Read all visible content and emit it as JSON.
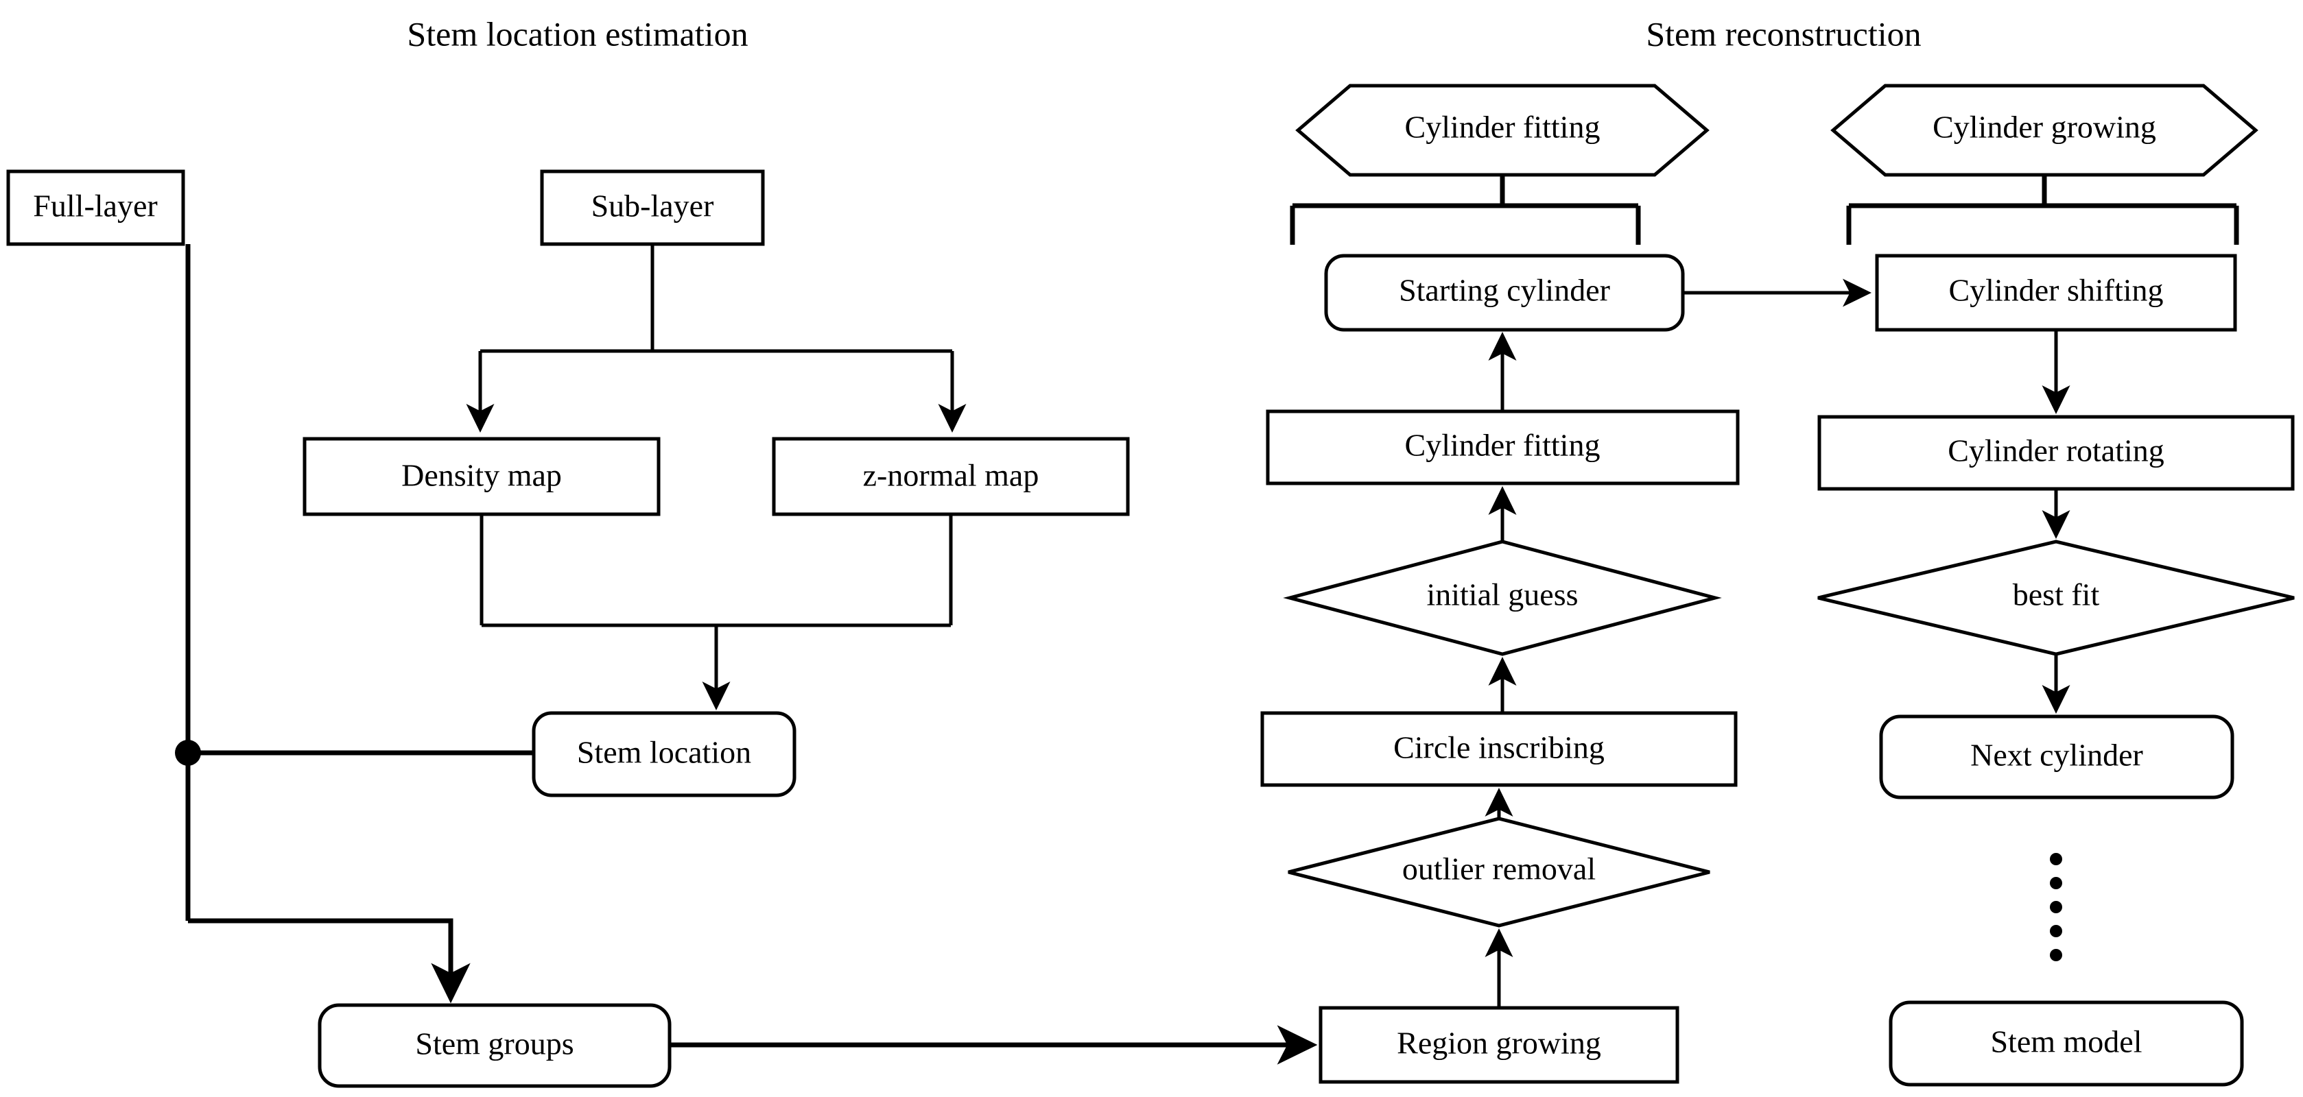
{
  "sections": [
    {
      "id": "stem-location-estimation",
      "title": "Stem location estimation"
    },
    {
      "id": "stem-reconstruction",
      "title": "Stem reconstruction"
    }
  ],
  "nodes": {
    "full_layer": {
      "label": "Full-layer",
      "shape": "rect"
    },
    "sub_layer": {
      "label": "Sub-layer",
      "shape": "rect"
    },
    "density_map": {
      "label": "Density map",
      "shape": "rect"
    },
    "z_normal_map": {
      "label": "z-normal map",
      "shape": "rect"
    },
    "stem_location": {
      "label": "Stem location",
      "shape": "rounded-rect"
    },
    "stem_groups": {
      "label": "Stem groups",
      "shape": "rounded-rect"
    },
    "cylinder_fitting_group": {
      "label": "Cylinder fitting",
      "shape": "hexagon"
    },
    "cylinder_growing_group": {
      "label": "Cylinder growing",
      "shape": "hexagon"
    },
    "starting_cylinder": {
      "label": "Starting cylinder",
      "shape": "rounded-rect"
    },
    "cylinder_fitting": {
      "label": "Cylinder fitting",
      "shape": "rect"
    },
    "initial_guess": {
      "label": "initial guess",
      "shape": "diamond"
    },
    "circle_inscribing": {
      "label": "Circle inscribing",
      "shape": "rect"
    },
    "outlier_removal": {
      "label": "outlier removal",
      "shape": "diamond"
    },
    "region_growing": {
      "label": "Region growing",
      "shape": "rect"
    },
    "cylinder_shifting": {
      "label": "Cylinder shifting",
      "shape": "rect"
    },
    "cylinder_rotating": {
      "label": "Cylinder rotating",
      "shape": "rect"
    },
    "best_fit": {
      "label": "best fit",
      "shape": "diamond"
    },
    "next_cylinder": {
      "label": "Next cylinder",
      "shape": "rounded-rect"
    },
    "stem_model": {
      "label": "Stem model",
      "shape": "rounded-rect"
    }
  },
  "edges": [
    {
      "from": "sub_layer",
      "to": "density_map",
      "style": "elbow-split-arrow"
    },
    {
      "from": "sub_layer",
      "to": "z_normal_map",
      "style": "elbow-split-arrow"
    },
    {
      "from": "density_map",
      "to": "stem_location",
      "style": "merge-arrow"
    },
    {
      "from": "z_normal_map",
      "to": "stem_location",
      "style": "merge-arrow"
    },
    {
      "from": "full_layer",
      "to": "stem_location",
      "style": "junction-line"
    },
    {
      "from": "full_layer",
      "to": "stem_groups",
      "style": "elbow-arrow"
    },
    {
      "from": "stem_groups",
      "to": "region_growing",
      "style": "straight-arrow"
    },
    {
      "from": "region_growing",
      "to": "outlier_removal",
      "style": "up-arrow"
    },
    {
      "from": "outlier_removal",
      "to": "circle_inscribing",
      "style": "up-arrow"
    },
    {
      "from": "circle_inscribing",
      "to": "initial_guess",
      "style": "up-arrow"
    },
    {
      "from": "initial_guess",
      "to": "cylinder_fitting",
      "style": "up-arrow"
    },
    {
      "from": "cylinder_fitting",
      "to": "starting_cylinder",
      "style": "up-arrow"
    },
    {
      "from": "starting_cylinder",
      "to": "cylinder_shifting",
      "style": "straight-arrow"
    },
    {
      "from": "cylinder_shifting",
      "to": "cylinder_rotating",
      "style": "down-arrow"
    },
    {
      "from": "cylinder_rotating",
      "to": "best_fit",
      "style": "down-arrow"
    },
    {
      "from": "best_fit",
      "to": "next_cylinder",
      "style": "down-arrow"
    },
    {
      "from": "next_cylinder",
      "to": "stem_model",
      "style": "ellipsis"
    }
  ],
  "groups": [
    {
      "id": "cylinder-fitting-bracket",
      "hexagon": "cylinder_fitting_group",
      "encloses": [
        "starting_cylinder",
        "cylinder_fitting",
        "initial_guess",
        "circle_inscribing",
        "outlier_removal",
        "region_growing"
      ]
    },
    {
      "id": "cylinder-growing-bracket",
      "hexagon": "cylinder_growing_group",
      "encloses": [
        "cylinder_shifting",
        "cylinder_rotating",
        "best_fit",
        "next_cylinder"
      ]
    }
  ],
  "ellipsis": {
    "dot_count": 5
  },
  "colors": {
    "stroke": "#000000",
    "fill": "#ffffff",
    "text": "#000000"
  }
}
